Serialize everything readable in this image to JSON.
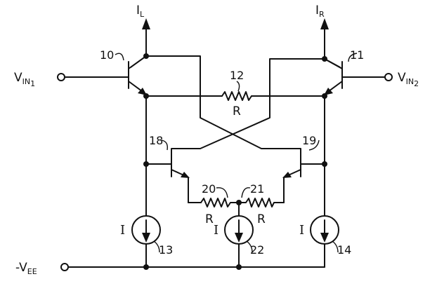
{
  "schematic": {
    "outputs": {
      "left": {
        "symbol": "I",
        "subscript": "L"
      },
      "right": {
        "symbol": "I",
        "subscript": "R"
      }
    },
    "inputs": {
      "in1": {
        "symbol": "V",
        "subscript": "IN",
        "index": "1"
      },
      "in2": {
        "symbol": "V",
        "subscript": "IN",
        "index": "2"
      }
    },
    "supply": {
      "symbol": "-V",
      "subscript": "EE"
    },
    "transistors": {
      "q10": "10",
      "q11": "11",
      "q18": "18",
      "q19": "19"
    },
    "resistors": {
      "r12": {
        "number": "12",
        "value": "R"
      },
      "r20": {
        "number": "20",
        "value": "R"
      },
      "r21": {
        "number": "21",
        "value": "R"
      }
    },
    "current_sources": {
      "s13": {
        "number": "13",
        "value": "I"
      },
      "s22": {
        "number": "22",
        "value": "I"
      },
      "s14": {
        "number": "14",
        "value": "I"
      }
    }
  }
}
